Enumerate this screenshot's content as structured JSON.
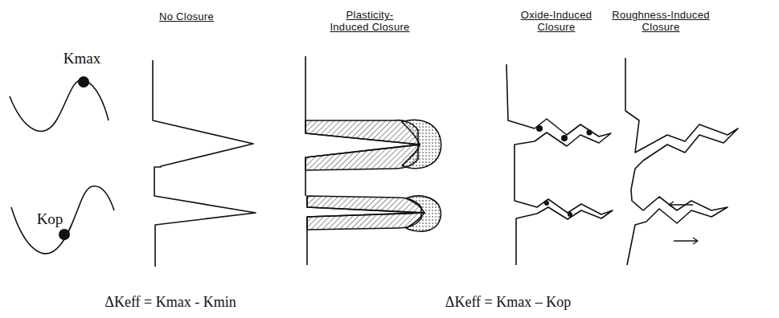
{
  "diagram": {
    "labels": [
      "No Closure",
      "Plasticity-Induced Closure",
      "Oxide-Induced Closure",
      "Roughness-Induced Closure",
      "Kmax",
      "Kop",
      "ΔKeff = Kmax - Kmin",
      "ΔKeff = Kmax – Kop"
    ]
  }
}
